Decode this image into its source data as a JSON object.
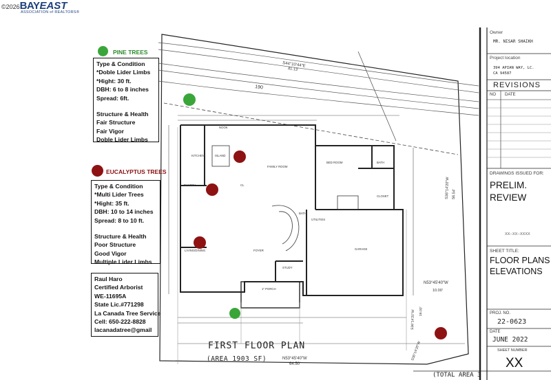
{
  "header": {
    "copyright": "©2026",
    "logo_bay": "BAY",
    "logo_east": "EAST",
    "logo_sub": "ASSOCIATION of REALTORS®"
  },
  "legend": {
    "pine": {
      "title": "PINE TREES",
      "lines": [
        "Type & Condition",
        "*Doble Lider Limbs",
        "*Hight: 30 ft.",
        "DBH: 6 to 8 inches",
        "Spread: 6ft.",
        "",
        "Structure & Health",
        "Fair Structure",
        "Fair Vigor",
        "Doble Lider Limbs"
      ],
      "color": "#3aa63a"
    },
    "eucalyptus": {
      "title": "EUCALYPTUS TREES",
      "lines": [
        "Type & Condition",
        "*Multi Lider Trees",
        "*Hight: 35 ft.",
        "DBH: 10 to 14 inches",
        "Spread: 8 to 10 ft.",
        "",
        "Structure & Health",
        "Poor Structure",
        "Good Vigor",
        "Multiple Lider Limbs"
      ],
      "color": "#8e1212"
    },
    "arborist": [
      "Raul Haro",
      "Certified Arborist",
      "WE-11695A",
      "State Lic.#771298",
      "La Canada Tree Service",
      "Cell: 650-222-8828",
      "lacanadatree@gmail"
    ]
  },
  "plan": {
    "title": "FIRST FLOOR PLAN",
    "area": "(AREA 1903 SF)",
    "total_area": "(TOTAL AREA 3",
    "bearings": [
      "S44°10'44\"E",
      "S36°14'20\"W",
      "N53°45'40\"W",
      "N53°45'40\"W",
      "S36°14'20\"W",
      "S36°14'20\"W"
    ],
    "distances": [
      "81.13'",
      "190",
      "10.00'",
      "64.50'",
      "56.54'",
      "16.00'"
    ],
    "rooms": [
      "NOOK",
      "KITCHEN",
      "ISLAND",
      "FAMILY ROOM",
      "BED ROOM",
      "BATH",
      "PANTRY",
      "CL",
      "CLOSET",
      "BATH",
      "UTILITIES",
      "LIVING/DINING",
      "FOYER",
      "GARAGE",
      "STUDY",
      "1\" PORCH"
    ]
  },
  "title_block": {
    "owner_label": "Owner",
    "owner": "MR. NISAR SHAIKH",
    "project_label": "Project location",
    "project_lines": [
      "394 APIAN WAY, LC.",
      "CA 94587"
    ],
    "revisions": "REVISIONS",
    "no": "NO",
    "date": "DATE",
    "issued_label": "DRAWINGS ISSUED FOR:",
    "issued": [
      "PRELIM.",
      "REVIEW"
    ],
    "issued_date": "XX--XX--XXXX",
    "sheet_title_label": "SHEET TITLE:",
    "sheet_title": [
      "FLOOR PLANS",
      "ELEVATIONS"
    ],
    "proj_label": "PROJ. NO.",
    "proj_no": "22-0623",
    "date_label": "DATE",
    "date_value": "JUNE 2022",
    "sheet_no_label": "SHEET NUMBER",
    "sheet_no": "XX"
  },
  "trees": {
    "pine_color": "#3aa63a",
    "eucalyptus_color": "#8e1212",
    "pine": [
      {
        "id": "p1"
      },
      {
        "id": "p2"
      }
    ],
    "eucalyptus": [
      {
        "id": "e1"
      },
      {
        "id": "e2"
      },
      {
        "id": "e3"
      },
      {
        "id": "e4"
      }
    ]
  }
}
